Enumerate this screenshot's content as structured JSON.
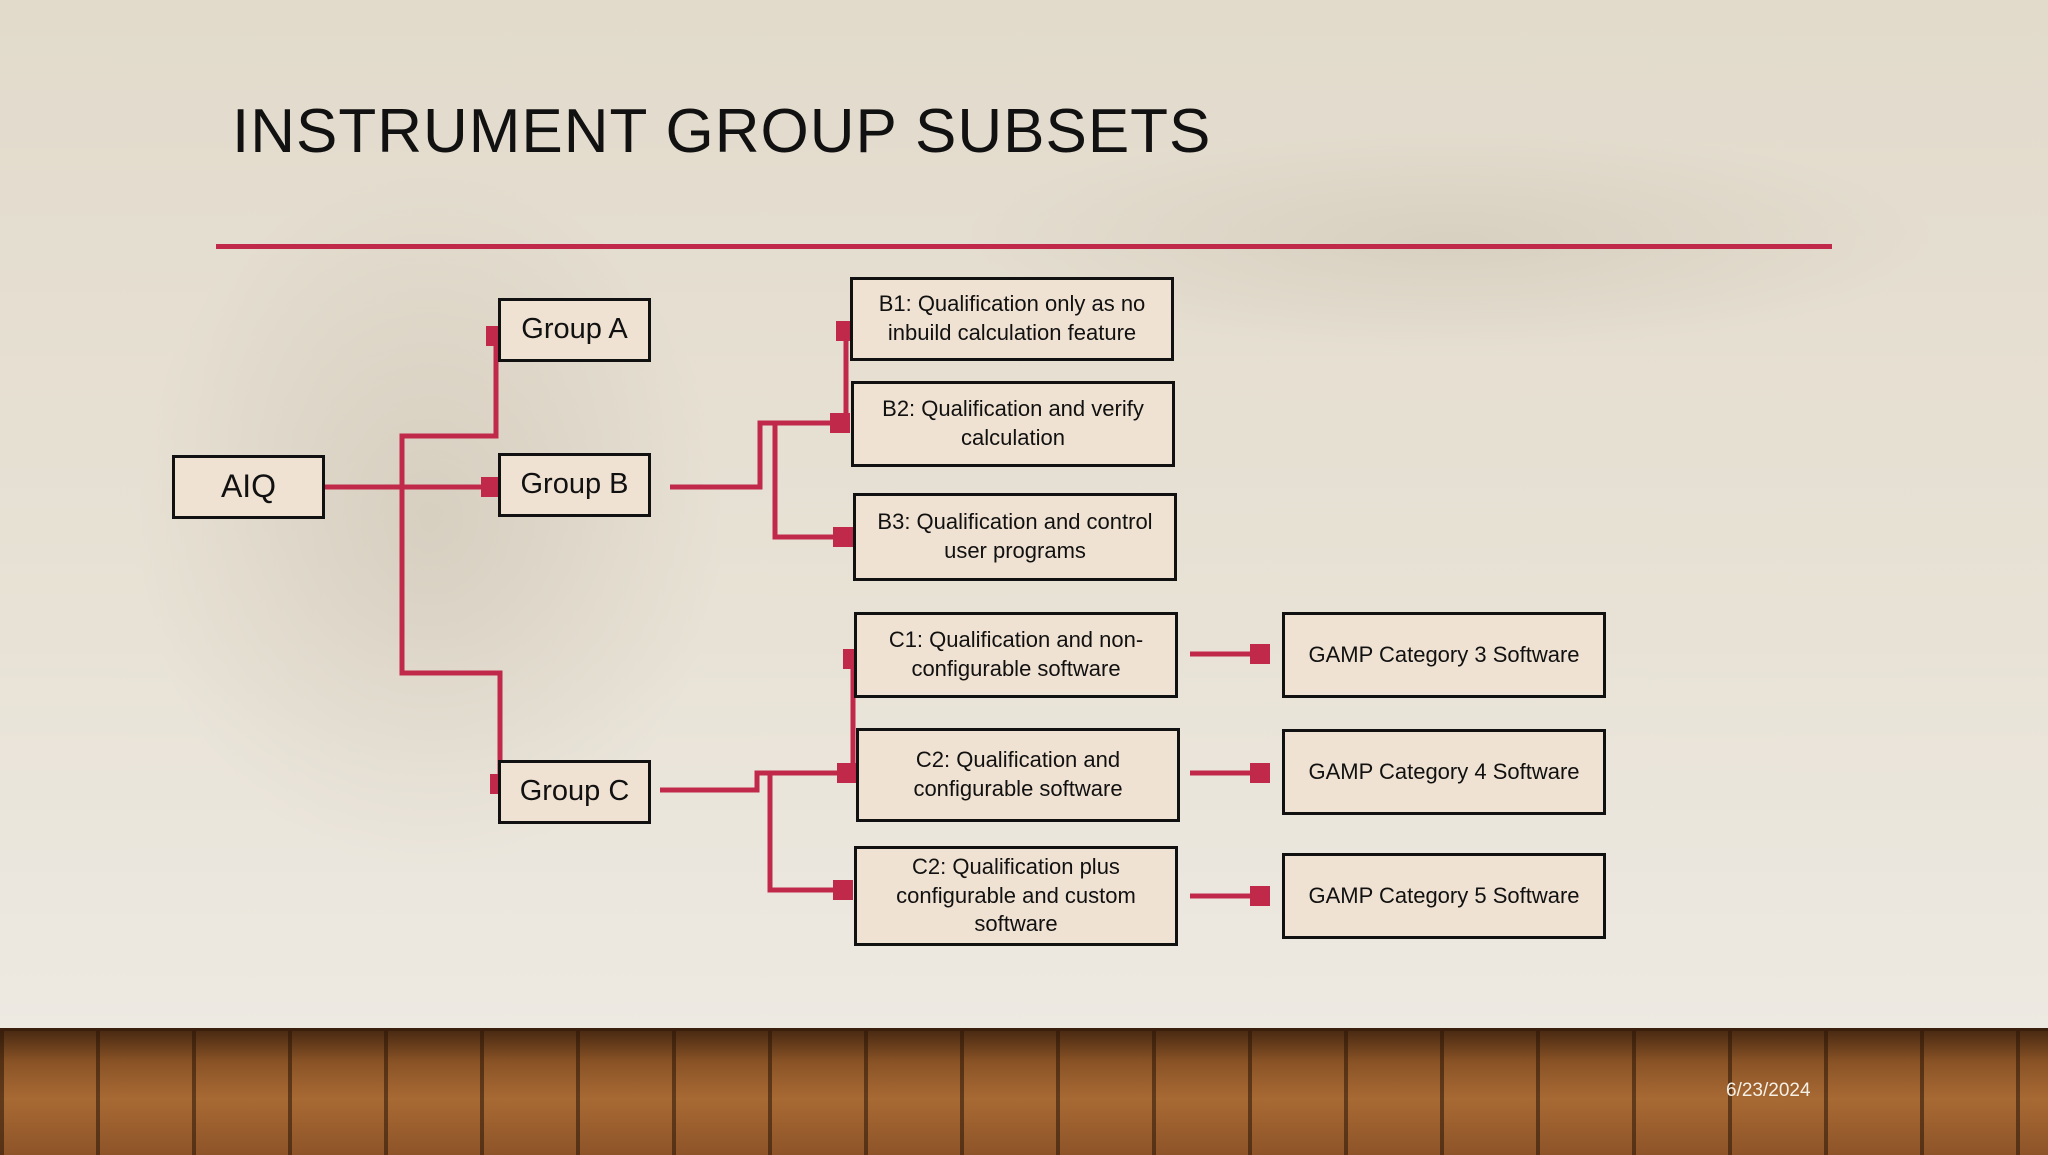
{
  "slide": {
    "title": "INSTRUMENT GROUP SUBSETS",
    "date": "6/23/2024",
    "accent_color": "#c0294a"
  },
  "nodes": {
    "aiq": "AIQ",
    "group_a": "Group A",
    "group_b": "Group B",
    "group_c": "Group C",
    "b1": "B1: Qualification only as no inbuild calculation feature",
    "b2": "B2: Qualification and verify calculation",
    "b3": "B3: Qualification and control user programs",
    "c1": "C1: Qualification and non-configurable software",
    "c2": "C2: Qualification and configurable software",
    "c3": "C2: Qualification plus configurable and custom software",
    "gamp3": "GAMP Category 3 Software",
    "gamp4": "GAMP Category 4 Software",
    "gamp5": "GAMP Category 5 Software"
  },
  "edges": [
    {
      "from": "aiq",
      "to": "group_a"
    },
    {
      "from": "aiq",
      "to": "group_b"
    },
    {
      "from": "aiq",
      "to": "group_c"
    },
    {
      "from": "group_b",
      "to": "b1"
    },
    {
      "from": "group_b",
      "to": "b2"
    },
    {
      "from": "group_b",
      "to": "b3"
    },
    {
      "from": "group_c",
      "to": "c1"
    },
    {
      "from": "group_c",
      "to": "c2"
    },
    {
      "from": "group_c",
      "to": "c3"
    },
    {
      "from": "c1",
      "to": "gamp3"
    },
    {
      "from": "c2",
      "to": "gamp4"
    },
    {
      "from": "c3",
      "to": "gamp5"
    }
  ]
}
